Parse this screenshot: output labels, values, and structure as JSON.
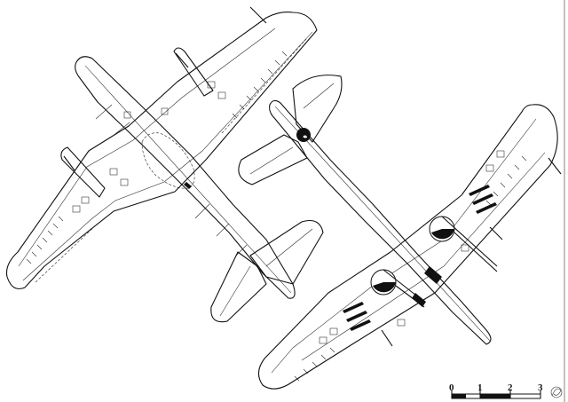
{
  "scale_bar": {
    "labels": [
      "0",
      "1",
      "2",
      "3"
    ]
  },
  "signature": "artist-signature"
}
